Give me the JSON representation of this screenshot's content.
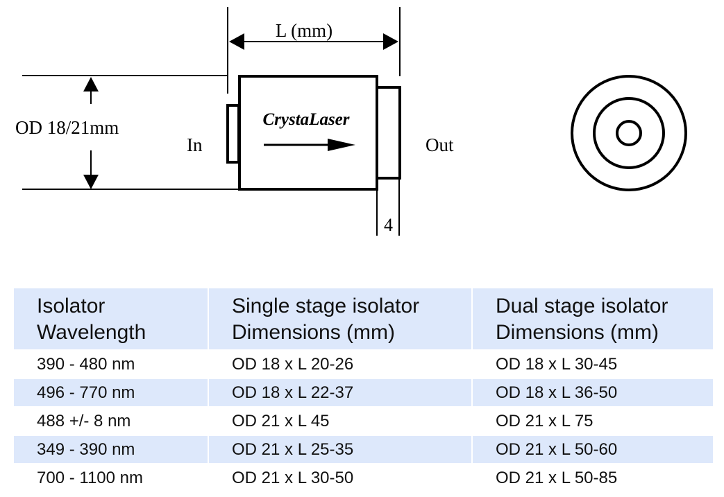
{
  "diagram": {
    "length_label": "L (mm)",
    "diameter_label": "OD 18/21mm",
    "input_label": "In",
    "output_label": "Out",
    "brand_label": "CrystaLaser",
    "output_flange_label": "4",
    "end_view": "concentric-circles",
    "beam_direction": "arrow-right"
  },
  "table": {
    "headers": [
      [
        "Isolator",
        "Wavelength"
      ],
      [
        "Single stage isolator",
        "Dimensions (mm)"
      ],
      [
        "Dual stage isolator",
        "Dimensions (mm)"
      ]
    ],
    "rows": [
      [
        "390 - 480 nm",
        "OD 18 x L 20-26",
        "OD 18 x L 30-45"
      ],
      [
        "496 - 770 nm",
        "OD 18 x L 22-37",
        "OD 18 x L 36-50"
      ],
      [
        "488 +/- 8 nm",
        "OD 21 x L 45",
        "OD 21 x L 75"
      ],
      [
        "349 - 390 nm",
        "OD 21 x L 25-35",
        "OD 21 x L 50-60"
      ],
      [
        "700 - 1100 nm",
        "OD 21 x L 30-50",
        "OD 21 x L 50-85"
      ]
    ]
  },
  "colors": {
    "header_bg": "#dde8fb",
    "stripe_bg": "#dde8fb",
    "line": "#000000"
  }
}
